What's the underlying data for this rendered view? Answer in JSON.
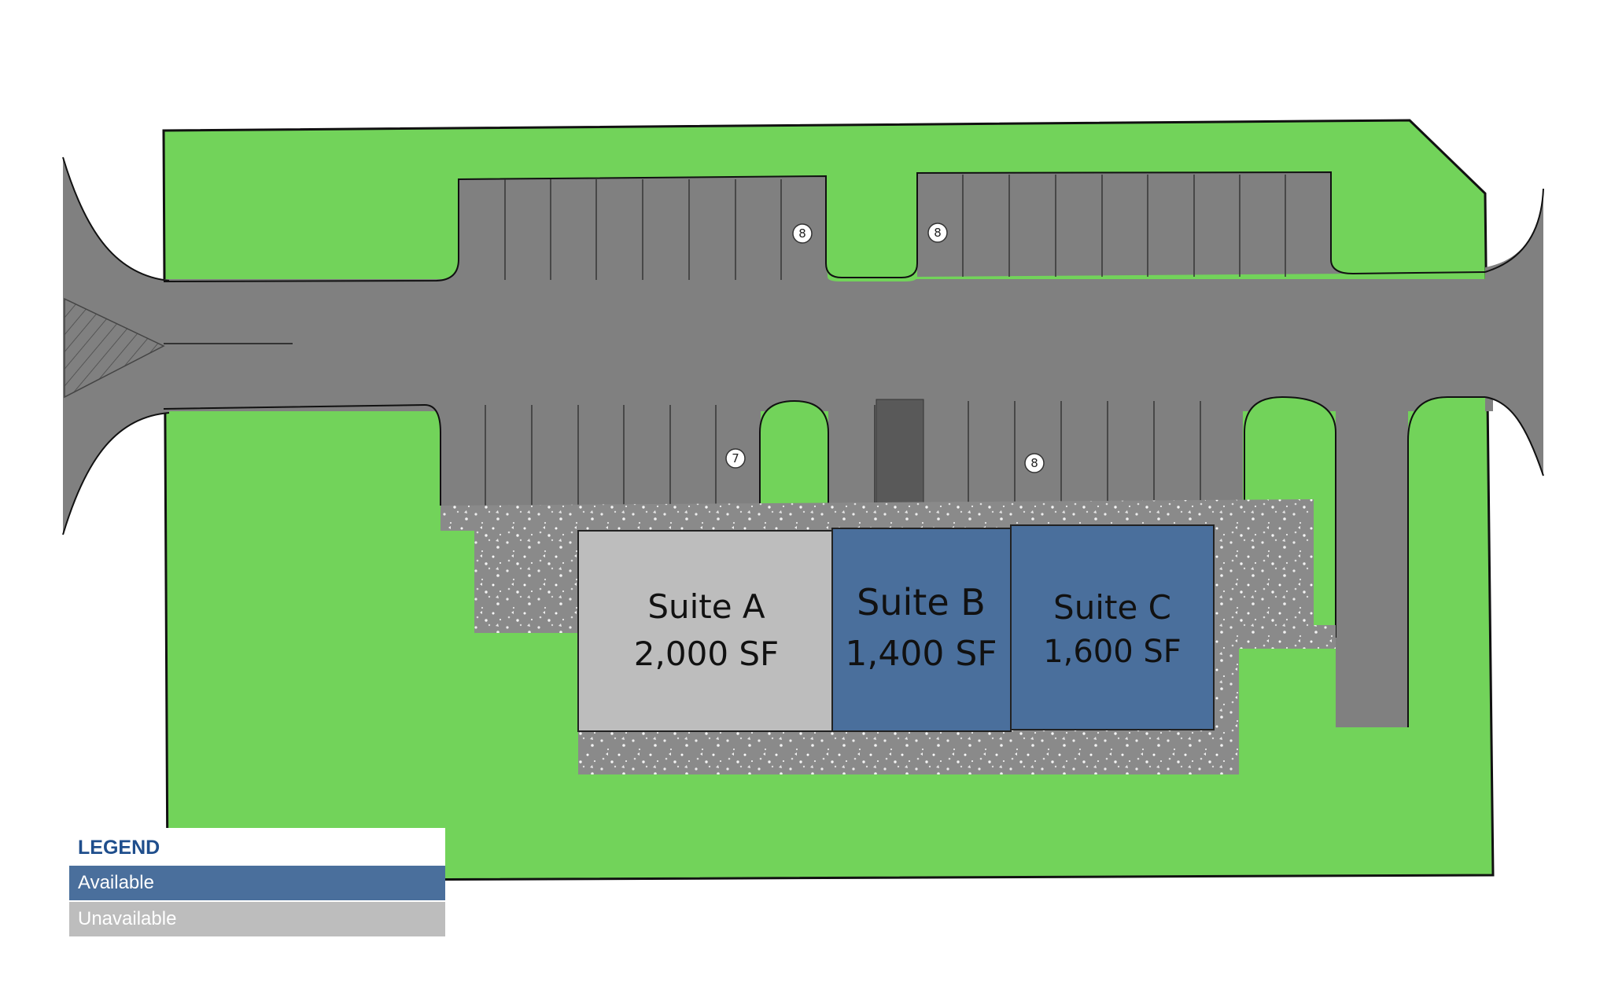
{
  "colors": {
    "grass": "#72d35a",
    "asphalt": "#808080",
    "sidewalk": "#8c8c8c",
    "available": "#4a6f9c",
    "unavailable": "#bdbdbd",
    "legend_title": "#1f4e8c"
  },
  "suites": [
    {
      "name": "Suite A",
      "area": "2,000 SF",
      "status": "unavailable"
    },
    {
      "name": "Suite B",
      "area": "1,400 SF",
      "status": "available"
    },
    {
      "name": "Suite C",
      "area": "1,600 SF",
      "status": "available"
    }
  ],
  "parking_counts": [
    "8",
    "8",
    "7",
    "8"
  ],
  "legend": {
    "title": "LEGEND",
    "items": [
      {
        "label": "Available",
        "status": "available"
      },
      {
        "label": "Unavailable",
        "status": "unavailable"
      }
    ]
  }
}
